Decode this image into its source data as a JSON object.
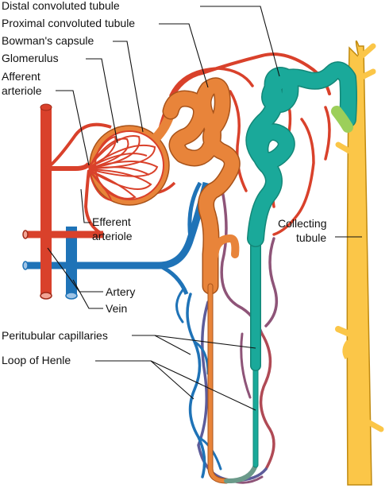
{
  "labels": {
    "distal_convoluted_tubule": "Distal convoluted tubule",
    "proximal_convoluted_tubule": "Proximal convoluted tubule",
    "bowmans_capsule": "Bowman's  capsule",
    "glomerulus": "Glomerulus",
    "afferent_arteriole_line1": "Afferent",
    "afferent_arteriole_line2": "arteriole",
    "efferent_arteriole_line1": "Efferent",
    "efferent_arteriole_line2": "arteriole",
    "collecting_tubule_line1": "Collecting",
    "collecting_tubule_line2": "tubule",
    "artery": "Artery",
    "vein": "Vein",
    "peritubular_capillaries": "Peritubular capillaries",
    "loop_of_henle": "Loop of Henle"
  },
  "colors": {
    "artery_red": "#d9412b",
    "vein_blue": "#1f73b7",
    "proximal_orange": "#e8843a",
    "distal_teal": "#1aa99a",
    "collecting_yellow": "#fbc648",
    "capillary_mauve": "#8e5478"
  }
}
